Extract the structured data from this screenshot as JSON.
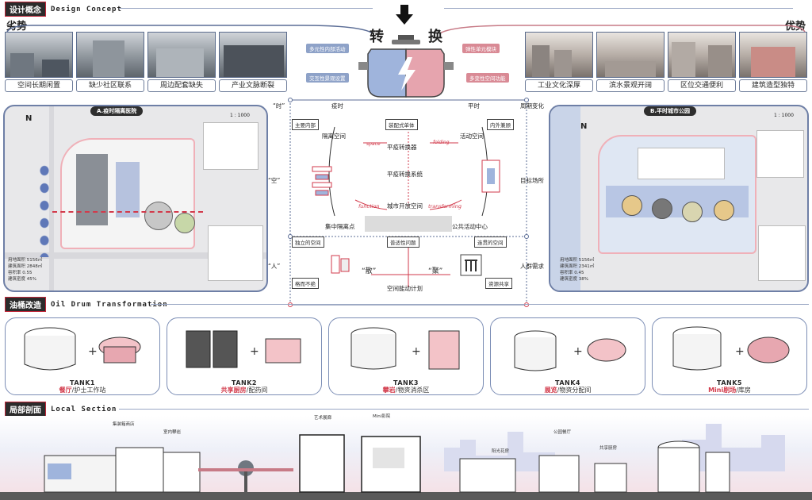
{
  "design_concept": {
    "tag": "设计概念",
    "title_en": "Design Concept",
    "disadvantage_label": "劣势",
    "advantage_label": "优势",
    "disadvantages": [
      "空间长期闲置",
      "缺少社区联系",
      "周边配套缺失",
      "产业文脉断裂"
    ],
    "advantages": [
      "工业文化深厚",
      "滨水景观开阔",
      "区位交通便利",
      "建筑造型独特"
    ],
    "convert_left": "转",
    "convert_right": "换",
    "engine_inputs_left": [
      "多元性内部活动",
      "交互性景观设置"
    ],
    "engine_inputs_right": [
      "弹性单元模块",
      "多变性空间功能"
    ]
  },
  "map_a": {
    "title": "A.疫时隔离医院",
    "scale": "1 : 1000",
    "north": "N",
    "stats": [
      "用地面积  5156㎡",
      "建筑面积  2848㎡",
      "容积率   0.55",
      "建筑密度  45%"
    ]
  },
  "map_b": {
    "title": "B.平时城市公园",
    "scale": "1 : 1000",
    "north": "N",
    "stats": [
      "用地面积  5156㎡",
      "建筑面积  2341㎡",
      "容积率   0.45",
      "建筑密度  38%"
    ]
  },
  "diagram": {
    "time_label": "“时”",
    "space_label": "“空”",
    "people_label": "“人”",
    "epidemic": "疫时",
    "normal": "平时",
    "cycle_change": "周期变化",
    "target_place": "目标场所",
    "crowd_demand": "人群需求",
    "main_inner": "主要内部",
    "inner_outer": "内外兼顾",
    "assembly": "装配式单体",
    "isolation_space": "隔离空间",
    "activity_space": "活动空间",
    "converter": "平疫转换器",
    "space_en": "space",
    "folding_en": "folding",
    "system": "平疫转换系统",
    "function_en": "function",
    "transforming_en": "transforming",
    "isolation_point": "集中隔离点",
    "open_space": "城市开放空间",
    "public_center": "公共活动中心",
    "independent": "独立的空间",
    "universal": "普适性问题",
    "connected": "连贯的空间",
    "scatter": "“散”",
    "gather": "“聚”",
    "separated": "格而不绝",
    "sharing": "资源共享",
    "plan": "空间能动计划"
  },
  "oil_drum": {
    "tag": "油桶改造",
    "title_en": "Oil Drum Transformation",
    "tanks": [
      {
        "name": "TANK1",
        "use_red": "餐厅",
        "use_rest": "/护士工作站"
      },
      {
        "name": "TANK2",
        "use_red": "共享厨房",
        "use_rest": "/配药间"
      },
      {
        "name": "TANK3",
        "use_red": "攀岩",
        "use_rest": "/物资消杀区"
      },
      {
        "name": "TANK4",
        "use_red": "展览",
        "use_rest": "/物资分配间"
      },
      {
        "name": "TANK5",
        "use_red": "Mini剧场",
        "use_rest": "/库房"
      }
    ]
  },
  "local_section": {
    "tag": "局部剖面",
    "title_en": "Local Section",
    "labels": [
      "集装箱商店",
      "室内攀岩",
      "艺术展廊",
      "Mini影院",
      "阳光花房",
      "公园餐厅",
      "共享厨房"
    ]
  },
  "colors": {
    "accent_red": "#d23a4b",
    "accent_blue": "#7b8db5",
    "engine_blue": "#9fb4dc",
    "engine_pink": "#e6a4ae"
  },
  "icons": [
    "arrow-down-icon",
    "north-arrow-icon",
    "engine-icon",
    "lightning-icon"
  ]
}
